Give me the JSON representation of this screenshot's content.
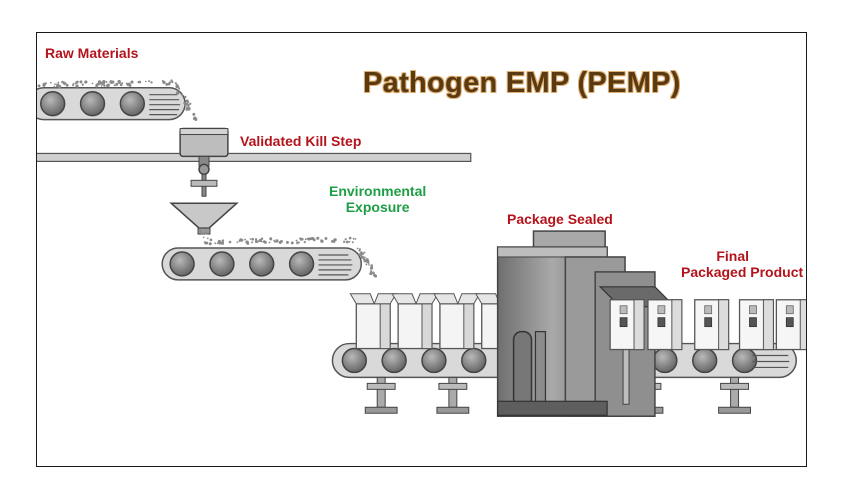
{
  "title": "Pathogen EMP (PEMP)",
  "labels": {
    "raw_materials": "Raw Materials",
    "kill_step": "Validated Kill Step",
    "environmental_exposure": [
      "Environmental",
      "Exposure"
    ],
    "package_sealed": "Package Sealed",
    "final_product": [
      "Final",
      "Packaged Product"
    ]
  },
  "colors": {
    "label_red": "#b3131b",
    "label_green": "#1e9e45",
    "title_brown": "#5a3a12",
    "machine_gray": "#8e8e8e",
    "roller_gray": "#7a7a7a"
  }
}
